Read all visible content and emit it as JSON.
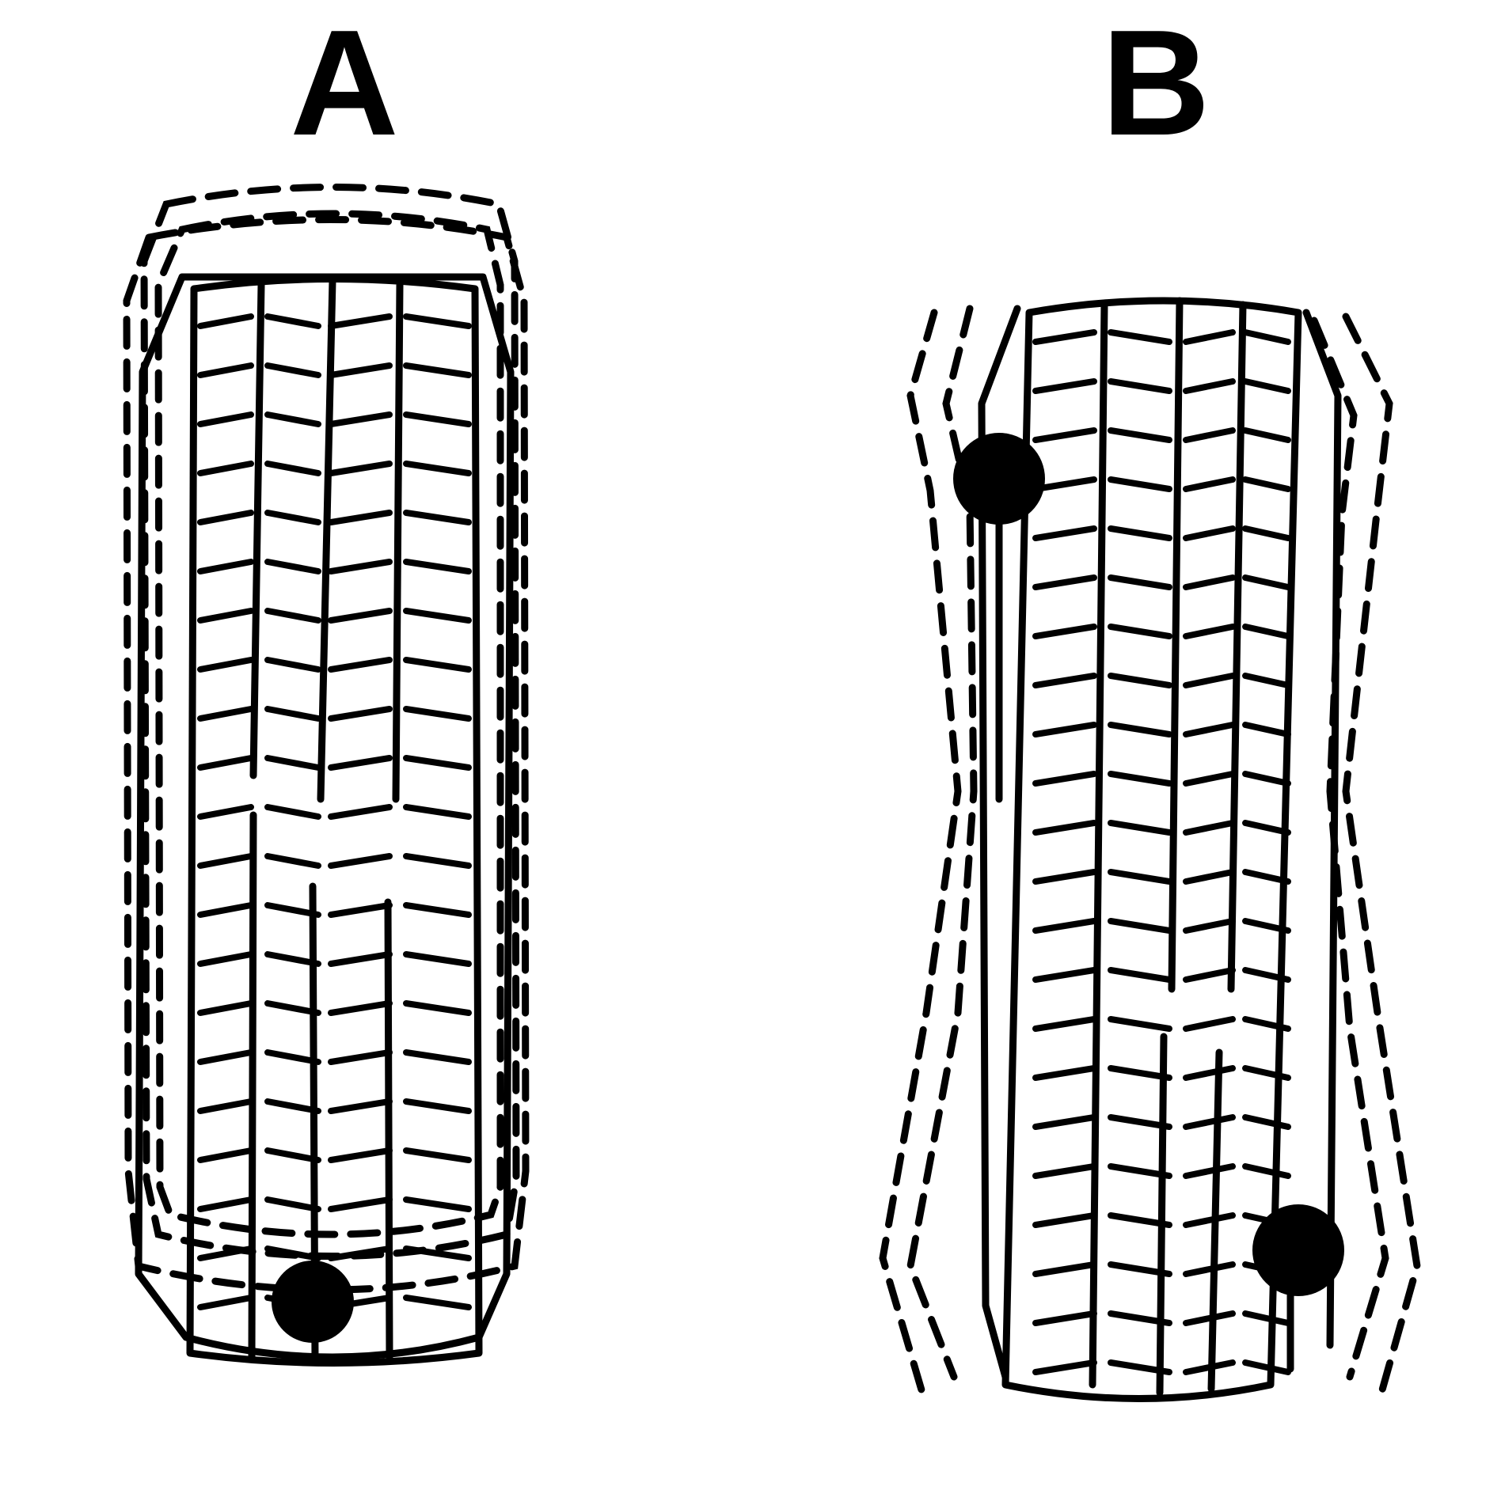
{
  "figure": {
    "panels": [
      {
        "id": "A",
        "label": "A"
      },
      {
        "id": "B",
        "label": "B"
      }
    ],
    "colors": {
      "ink": "#000000",
      "background": "#ffffff"
    }
  }
}
